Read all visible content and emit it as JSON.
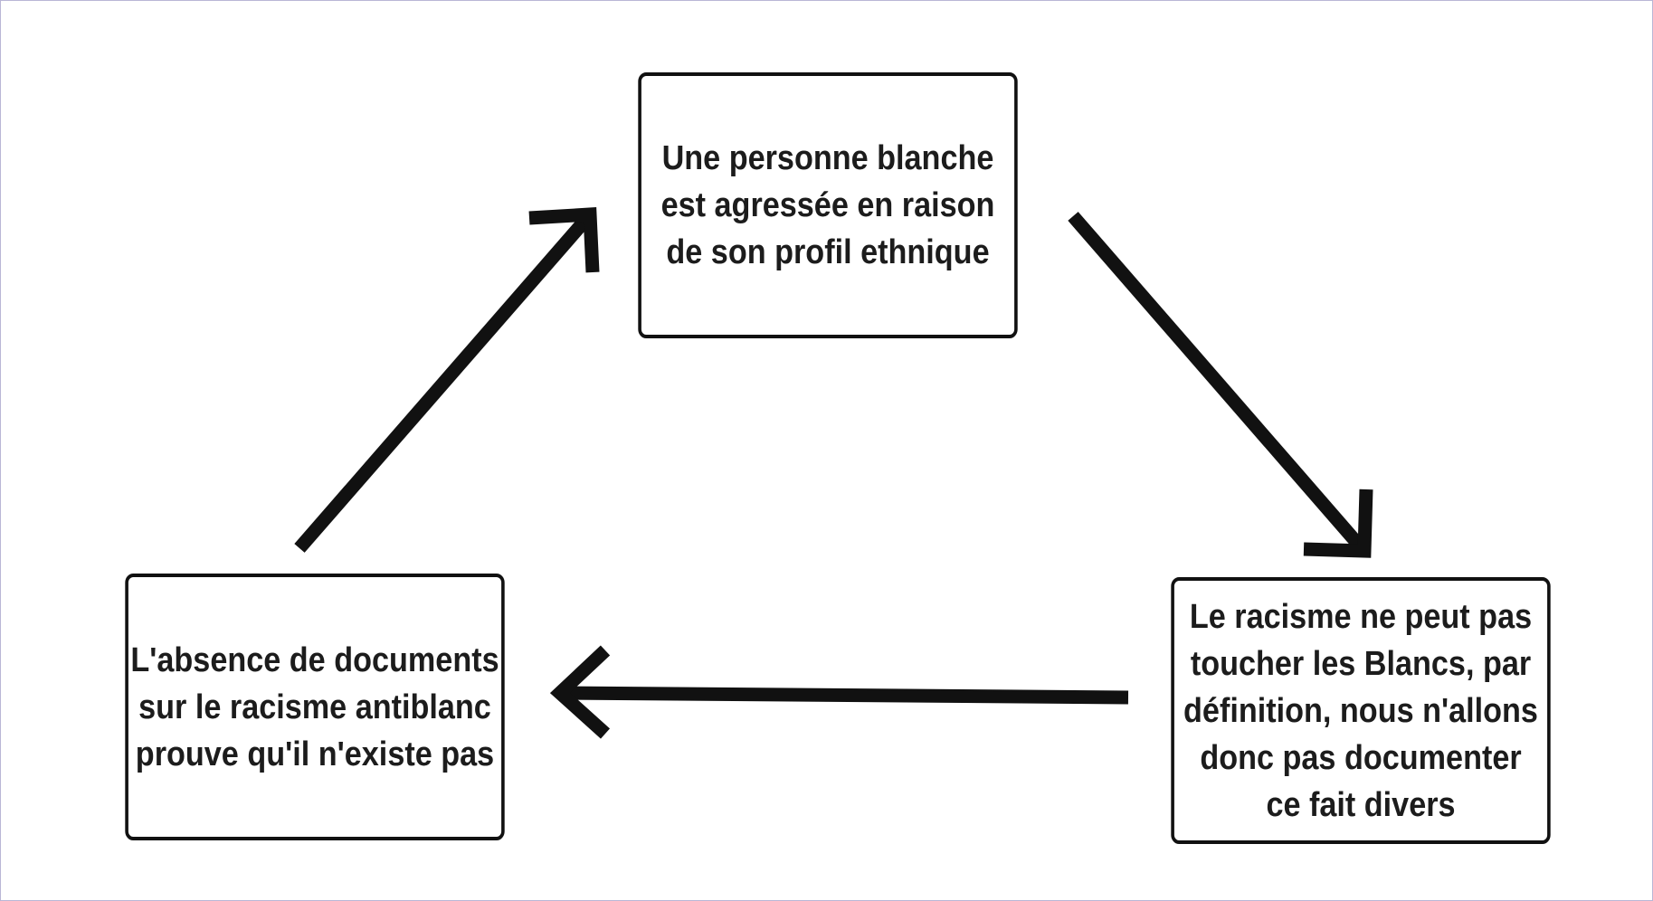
{
  "diagram": {
    "nodes": [
      {
        "id": "top",
        "text": "Une personne blanche\nest agressée en raison\nde son profil ethnique"
      },
      {
        "id": "right",
        "text": "Le racisme ne peut pas\ntoucher les Blancs, par\ndéfinition, nous n'allons\ndonc pas documenter\nce fait divers"
      },
      {
        "id": "left",
        "text": "L'absence de documents\nsur le racisme antiblanc\nprouve qu'il n'existe pas"
      }
    ],
    "edges": [
      {
        "from": "top",
        "to": "right"
      },
      {
        "from": "right",
        "to": "left"
      },
      {
        "from": "left",
        "to": "top"
      }
    ],
    "colors": {
      "stroke": "#111111",
      "text": "#1c1c1c",
      "background": "#ffffff"
    }
  }
}
